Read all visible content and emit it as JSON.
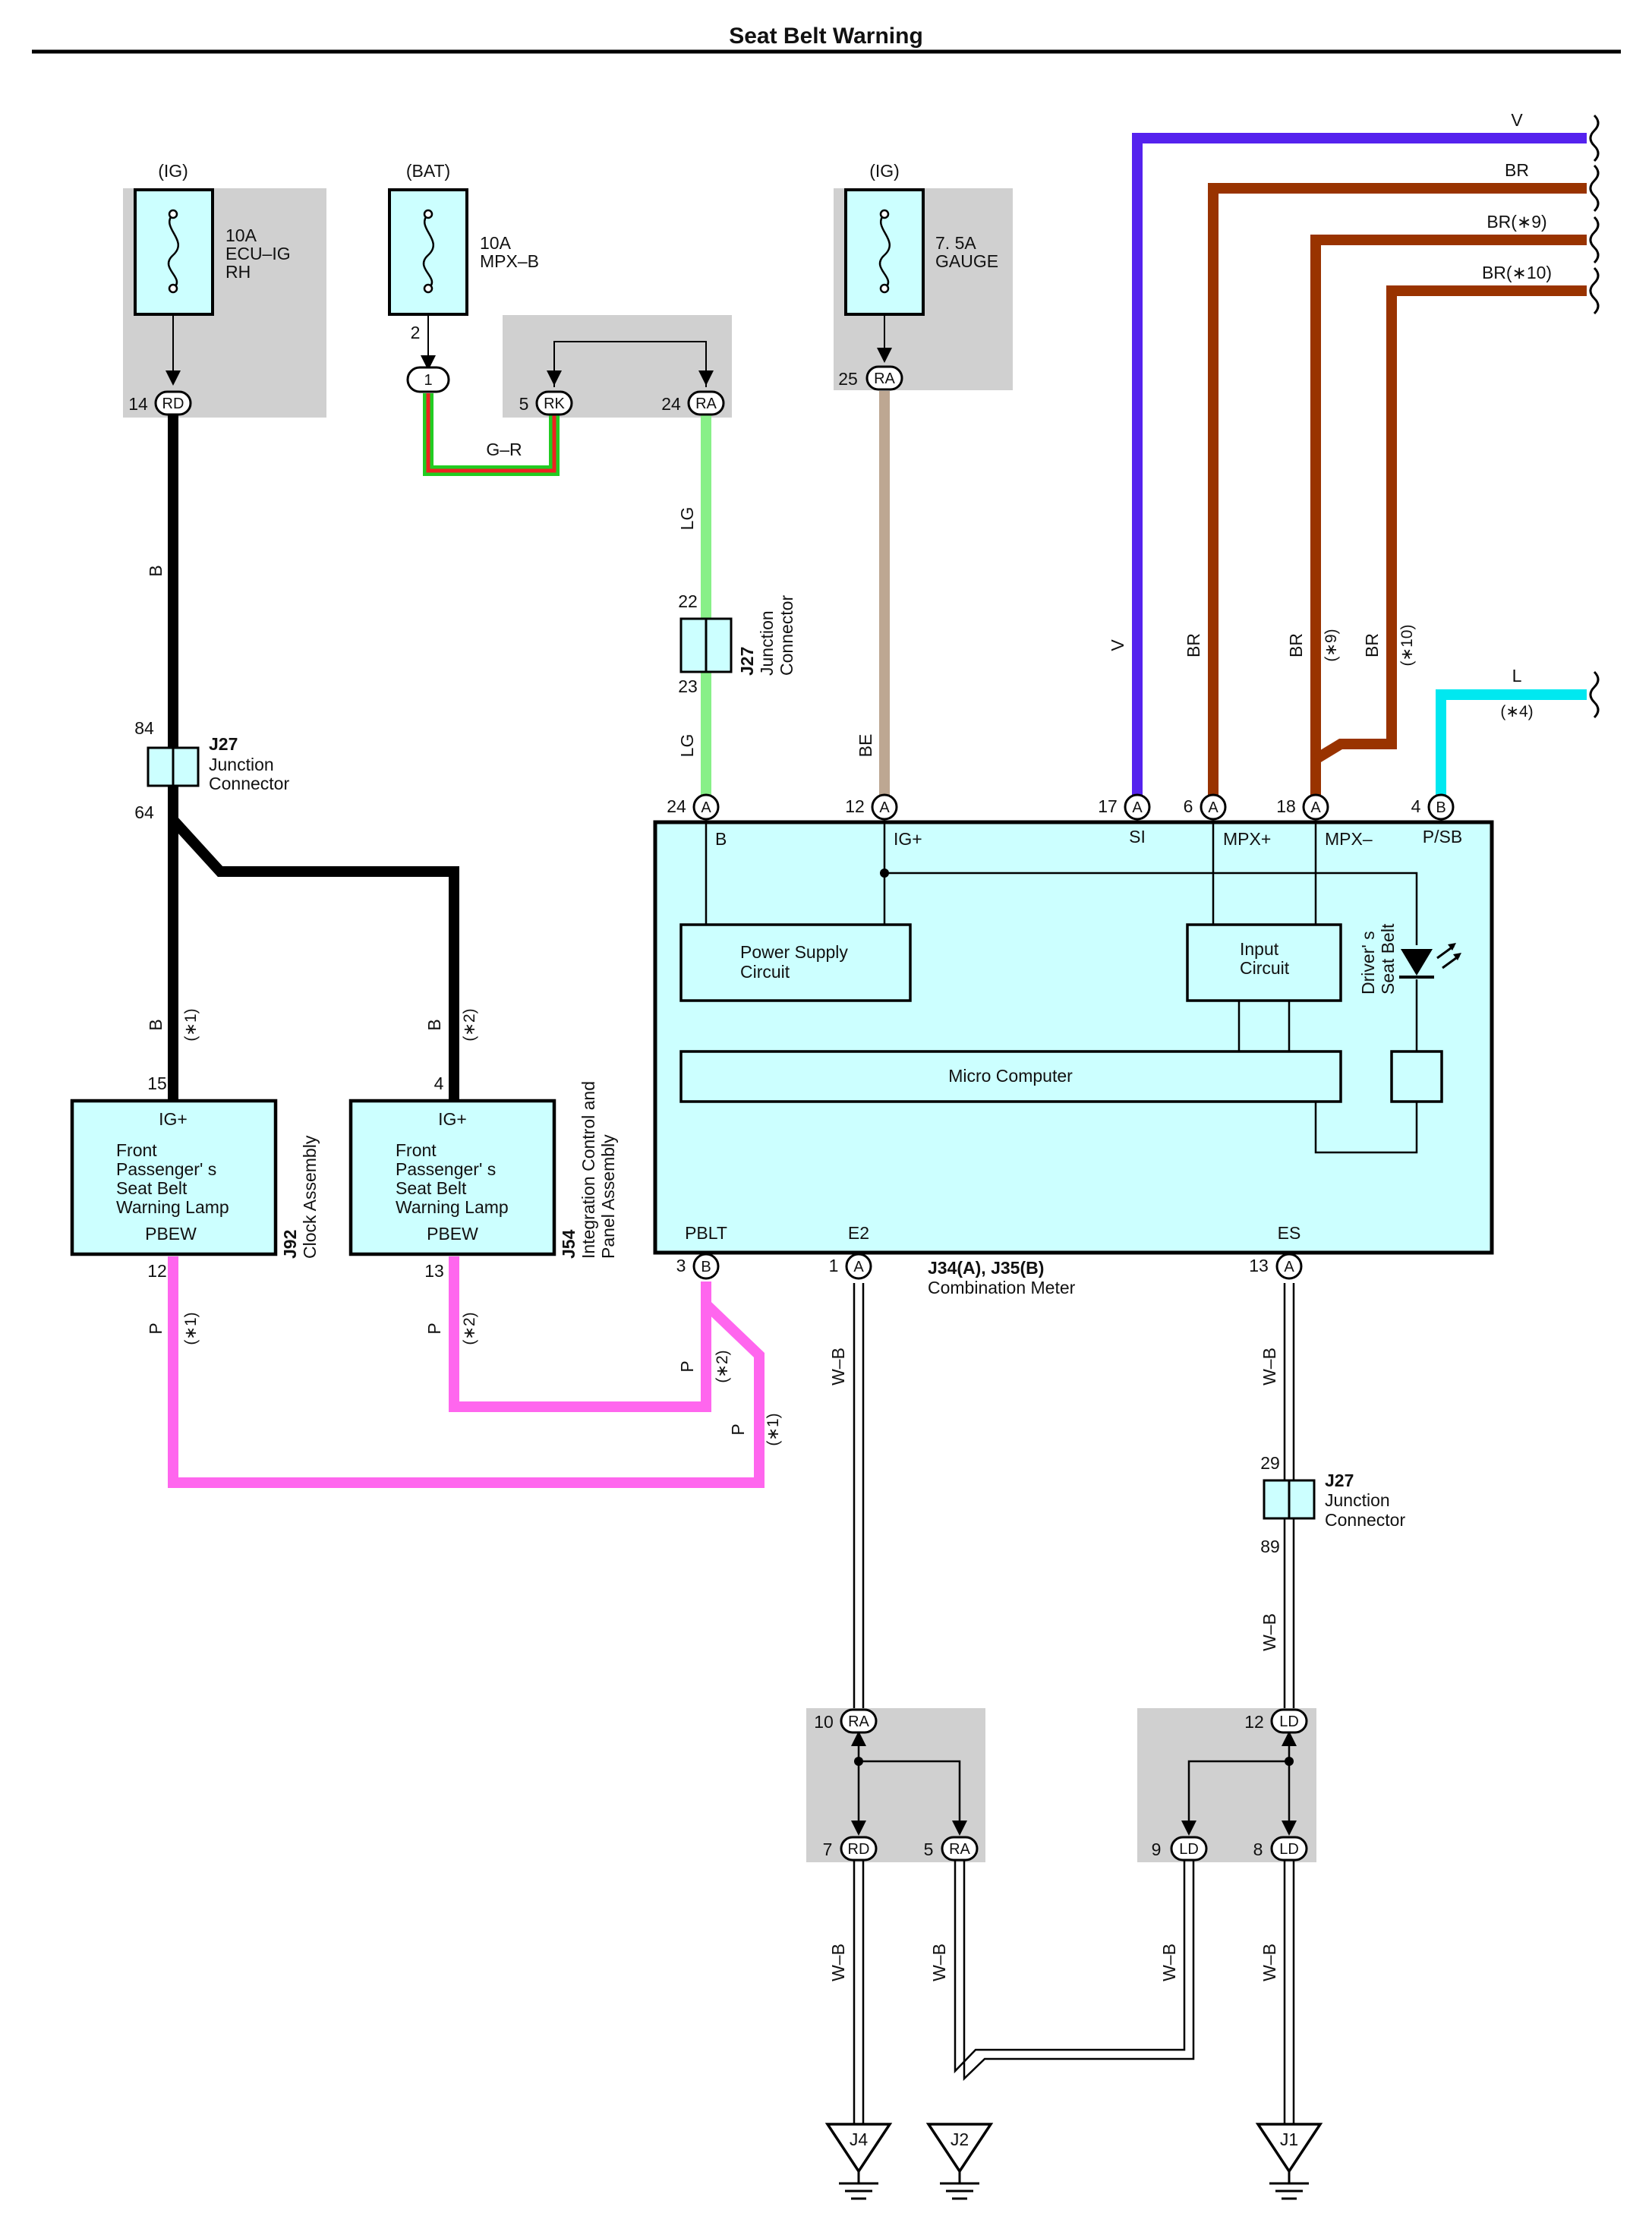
{
  "title": "Seat Belt Warning",
  "colors": {
    "wire_B": "#000000",
    "wire_V": "#5522ee",
    "wire_BR": "#993300",
    "wire_L": "#00e8f0",
    "wire_LG": "#88f088",
    "wire_BE": "#bda792",
    "wire_P": "#ff66ee",
    "wire_G": "#22cc22",
    "wire_R": "#ee2222",
    "component_fill": "#ccffff",
    "junction_block_shade": "#d0d0d0"
  },
  "fuses": [
    {
      "source": "(IG)",
      "rating": "10A",
      "name_line1": "ECU–IG",
      "name_line2": "RH"
    },
    {
      "source": "(BAT)",
      "rating": "10A",
      "name_line1": "MPX–B",
      "name_line2": ""
    },
    {
      "source": "(IG)",
      "rating": "7. 5A",
      "name_line1": "GAUGE",
      "name_line2": ""
    }
  ],
  "connectors": {
    "fuse1": {
      "pin": "14",
      "code": "RD"
    },
    "fuse2": {
      "pin_above": "2",
      "code": "1"
    },
    "jb_rk": {
      "pin": "5",
      "code": "RK"
    },
    "jb_ra": {
      "pin": "24",
      "code": "RA"
    },
    "fuse3": {
      "pin": "25",
      "code": "RA"
    },
    "ground_block_left_in": {
      "pin": "10",
      "code": "RA"
    },
    "ground_block_left_out1": {
      "pin": "7",
      "code": "RD"
    },
    "ground_block_left_out2": {
      "pin": "5",
      "code": "RA"
    },
    "ground_block_right_in": {
      "pin": "12",
      "code": "LD"
    },
    "ground_block_right_out1": {
      "pin": "9",
      "code": "LD"
    },
    "ground_block_right_out2": {
      "pin": "8",
      "code": "LD"
    }
  },
  "junction_connectors": [
    {
      "id": "J27",
      "line1": "Junction",
      "line2": "Connector",
      "pin_top": "84",
      "pin_bottom": "64"
    },
    {
      "id": "J27",
      "line1": "Junction",
      "line2": "Connector",
      "pin_top": "22",
      "pin_bottom": "23"
    },
    {
      "id": "J27",
      "line1": "Junction",
      "line2": "Connector",
      "pin_top": "29",
      "pin_bottom": "89"
    }
  ],
  "wire_labels": {
    "g_r": "G–R",
    "b": "B",
    "lg": "LG",
    "be": "BE",
    "v": "V",
    "br": "BR",
    "br9": "BR(∗9)",
    "br10": "BR(∗10)",
    "l": "L",
    "p": "P",
    "wb": "W–B",
    "note1": "(∗1)",
    "note2": "(∗2)",
    "note4": "(∗4)",
    "note9": "(∗9)",
    "note10": "(∗10)"
  },
  "meter": {
    "id": "J34(A), J35(B)",
    "name": "Combination Meter",
    "terminals_top": [
      {
        "pin": "24",
        "conn": "A",
        "name": "B"
      },
      {
        "pin": "12",
        "conn": "A",
        "name": "IG+"
      },
      {
        "pin": "17",
        "conn": "A",
        "name": "SI"
      },
      {
        "pin": "6",
        "conn": "A",
        "name": "MPX+"
      },
      {
        "pin": "18",
        "conn": "A",
        "name": "MPX–"
      },
      {
        "pin": "4",
        "conn": "B",
        "name": "P/SB"
      }
    ],
    "terminals_bottom": [
      {
        "pin": "3",
        "conn": "B",
        "name": "PBLT"
      },
      {
        "pin": "1",
        "conn": "A",
        "name": "E2"
      },
      {
        "pin": "13",
        "conn": "A",
        "name": "ES"
      }
    ],
    "blocks": {
      "power_supply_1": "Power Supply",
      "power_supply_2": "Circuit",
      "input_1": "Input",
      "input_2": "Circuit",
      "micro": "Micro Computer",
      "driver_lamp_1": "Driver' s",
      "driver_lamp_2": "Seat Belt"
    }
  },
  "lamps": [
    {
      "id": "J92",
      "assembly": "Clock Assembly",
      "assembly2": "",
      "pin_in": "15",
      "pin_out": "12",
      "ig": "IG+",
      "line1": "Front",
      "line2": "Passenger' s",
      "line3": "Seat Belt",
      "line4": "Warning Lamp",
      "pbew": "PBEW"
    },
    {
      "id": "J54",
      "assembly": "Integration Control and",
      "assembly2": "Panel Assembly",
      "pin_in": "4",
      "pin_out": "13",
      "ig": "IG+",
      "line1": "Front",
      "line2": "Passenger' s",
      "line3": "Seat Belt",
      "line4": "Warning Lamp",
      "pbew": "PBEW"
    }
  ],
  "grounds": [
    "J4",
    "J2",
    "J1"
  ]
}
